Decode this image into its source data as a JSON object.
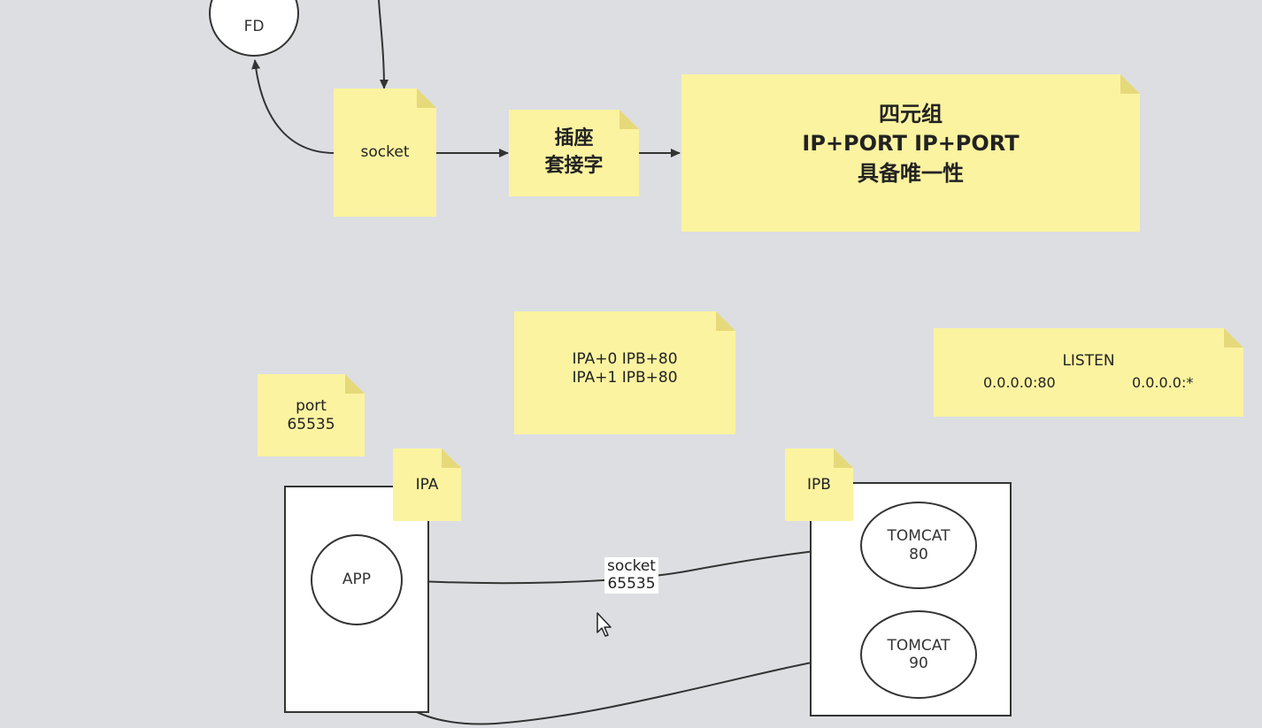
{
  "nodes": {
    "fd": "FD",
    "socket": "socket",
    "socket_cn": "插座\n套接字",
    "four_tuple": "四元组\nIP+PORT   IP+PORT\n具备唯一性",
    "ipa_connections": "IPA+0   IPB+80\nIPA+1   IPB+80",
    "listen": "LISTEN",
    "listen_addr_1": "0.0.0.0:80",
    "listen_addr_2": "0.0.0.0:*",
    "port": "port\n65535",
    "ipa": "IPA",
    "ipb": "IPB",
    "app": "APP",
    "tomcat80": "TOMCAT\n80",
    "tomcat90": "TOMCAT\n90"
  },
  "edge_labels": {
    "app_to_tomcat80": "socket\n65535"
  },
  "colors": {
    "background": "#dcdee2",
    "note": "#fbf3a0",
    "note_fold": "#e6d97a",
    "stroke": "#333333"
  }
}
